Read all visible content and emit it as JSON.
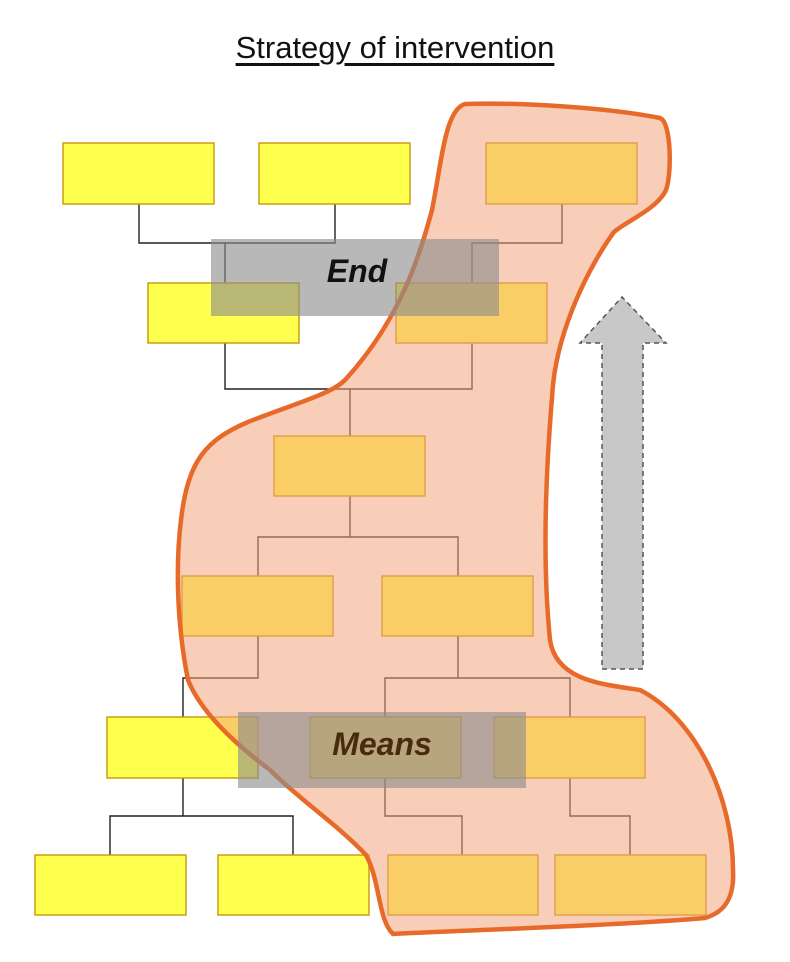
{
  "title": "Strategy of intervention",
  "labels": {
    "end": "End",
    "means": "Means"
  },
  "colors": {
    "box_fill": "#ffff4d",
    "box_border": "#c8960a",
    "region_fill": "#f5c1a6",
    "region_stroke": "#e86a2a",
    "band_fill": "#8c8c8c",
    "arrow_fill": "#c8c8c8",
    "connector": "#222222",
    "end_text": "#111111",
    "means_text": "#4a2a0a"
  }
}
